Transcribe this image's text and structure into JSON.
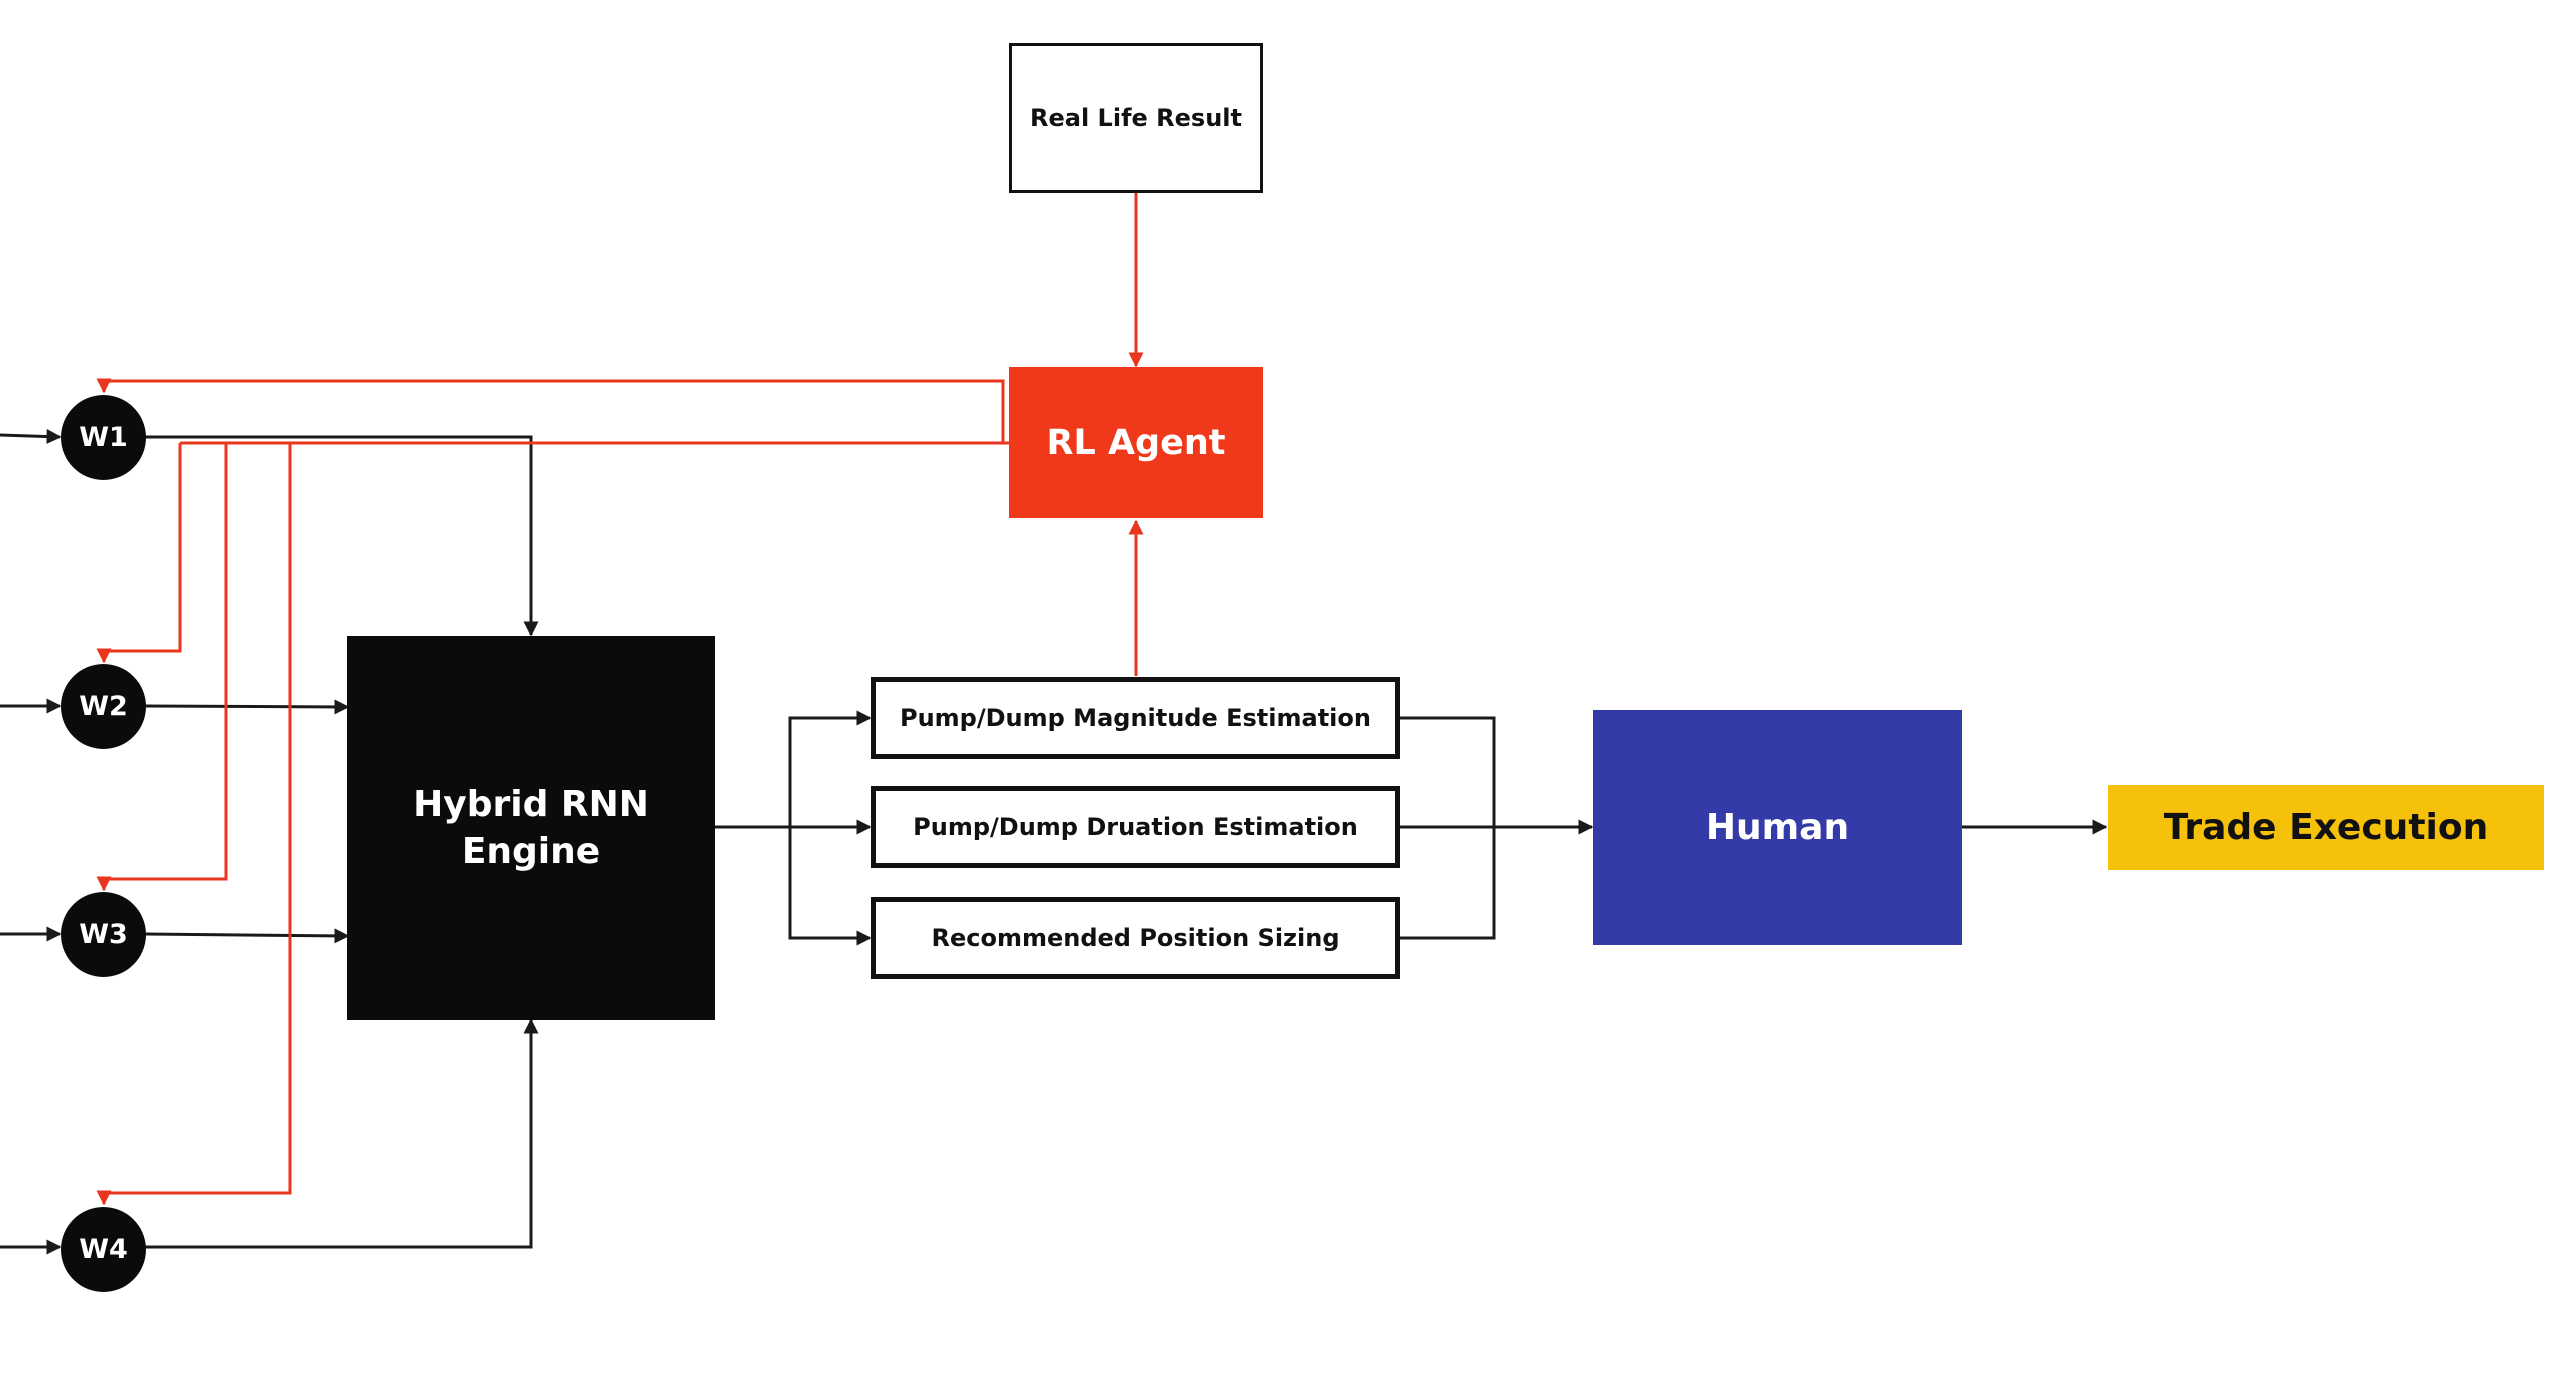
{
  "nodes": {
    "w1": "W1",
    "w2": "W2",
    "w3": "W3",
    "w4": "W4",
    "hybrid_rnn": "Hybrid RNN\nEngine",
    "rl_agent": "RL Agent",
    "real_life_result": "Real Life Result",
    "pump_magnitude": "Pump/Dump Magnitude Estimation",
    "pump_duration": "Pump/Dump Druation Estimation",
    "position_sizing": "Recommended Position Sizing",
    "human": "Human",
    "trade_execution": "Trade Execution"
  },
  "colors": {
    "rl_agent": "#f0381a",
    "feedback_line": "#e8371e",
    "engine": "#0b0b0b",
    "human": "#343ba8",
    "trade_execution": "#f6c10a",
    "line": "#1a1a1a"
  }
}
